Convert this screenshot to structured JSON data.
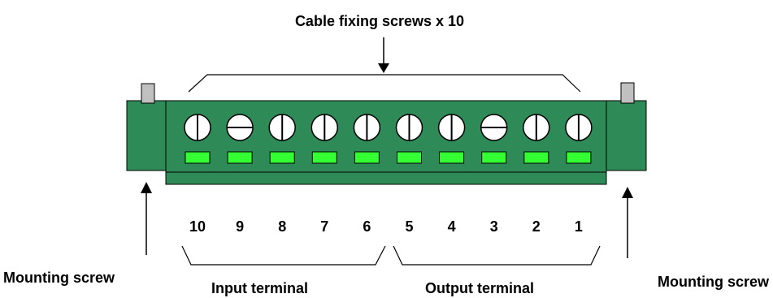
{
  "labels": {
    "top": "Cable fixing screws x 10",
    "mount_left": "Mounting screw",
    "mount_right": "Mounting screw",
    "input": "Input terminal",
    "output": "Output terminal"
  },
  "terminals": [
    {
      "number": "10",
      "slot": "vertical"
    },
    {
      "number": "9",
      "slot": "horizontal"
    },
    {
      "number": "8",
      "slot": "vertical"
    },
    {
      "number": "7",
      "slot": "vertical"
    },
    {
      "number": "6",
      "slot": "vertical"
    },
    {
      "number": "5",
      "slot": "vertical"
    },
    {
      "number": "4",
      "slot": "vertical"
    },
    {
      "number": "3",
      "slot": "horizontal"
    },
    {
      "number": "2",
      "slot": "vertical"
    },
    {
      "number": "1",
      "slot": "vertical"
    }
  ],
  "colors": {
    "block": "#2e8b57",
    "indicator": "#33ff33",
    "mount_screw": "#c0c0c0",
    "screw_head": "#ffffff",
    "outline": "#000000"
  }
}
